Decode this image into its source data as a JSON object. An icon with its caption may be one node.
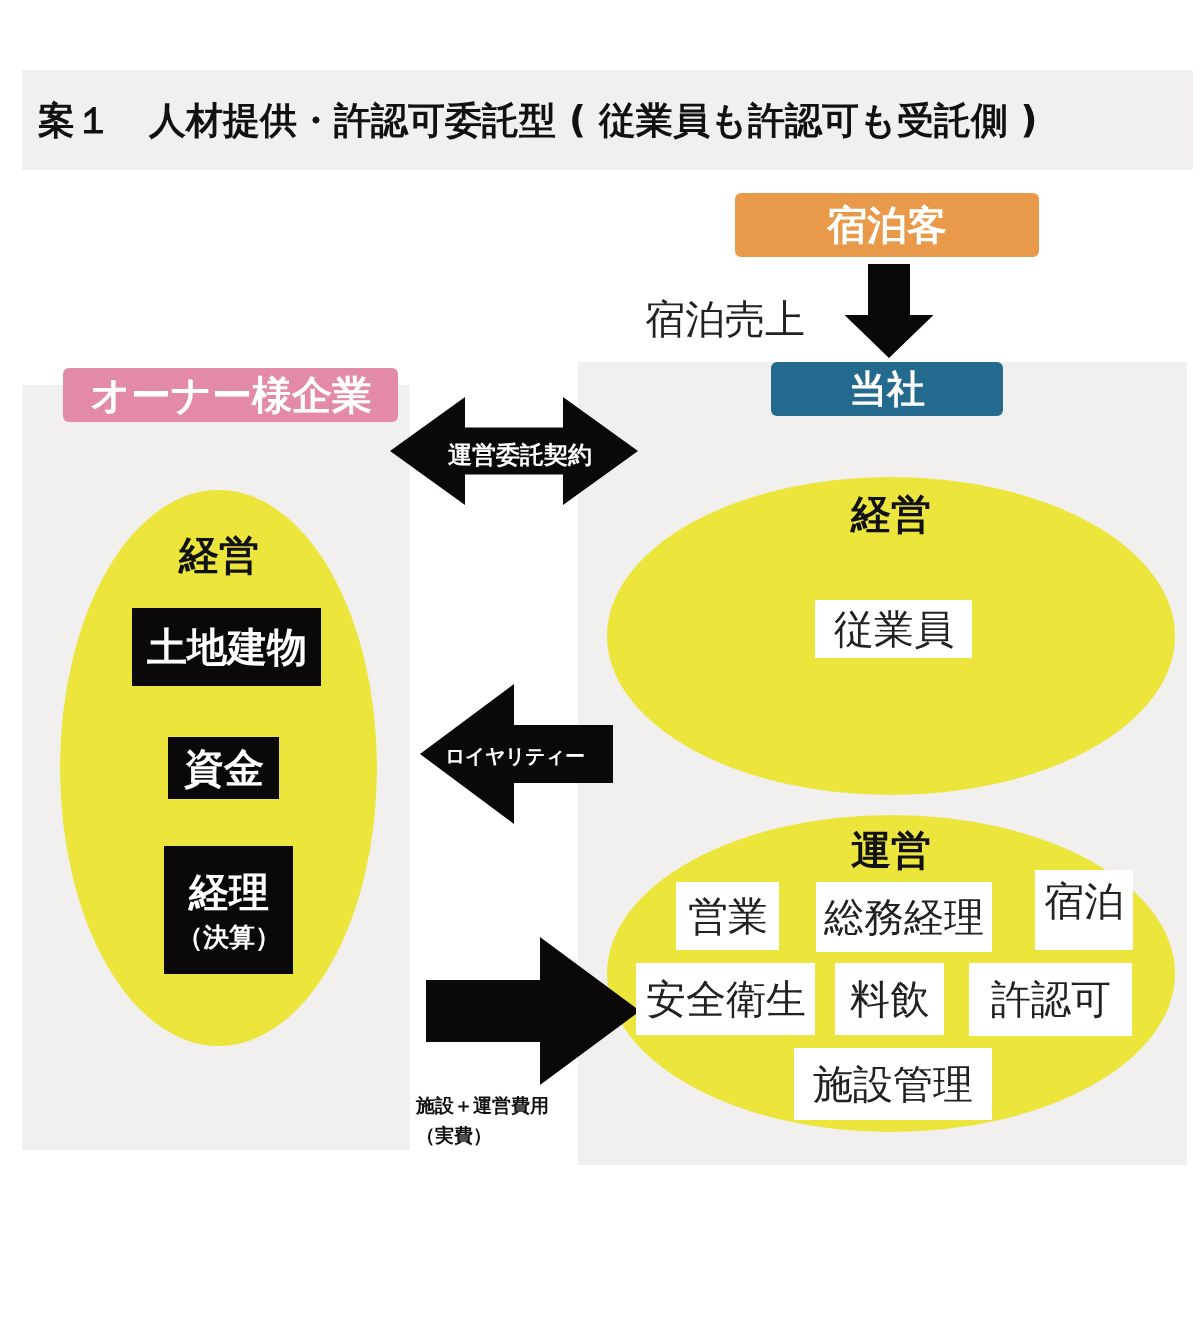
{
  "diagram": {
    "title": "案１　人材提供・許認可委託型 ( 従業員も許認可も受託側 )",
    "nodes": [
      {
        "text": [
          "宿泊客"
        ]
      },
      {
        "text": [
          "当社"
        ]
      },
      {
        "text": [
          "経営"
        ],
        "in": 1
      },
      {
        "text": [
          "従業員"
        ],
        "in": 2
      },
      {
        "text": [
          "運営"
        ],
        "in": 1
      },
      {
        "text": [
          "営業"
        ],
        "in": 4
      },
      {
        "text": [
          "総務経理"
        ],
        "in": 4
      },
      {
        "text": [
          "宿泊"
        ],
        "in": 4
      },
      {
        "text": [
          "安全衛生"
        ],
        "in": 4
      },
      {
        "text": [
          "料飲"
        ],
        "in": 4
      },
      {
        "text": [
          "許認可"
        ],
        "in": 4
      },
      {
        "text": [
          "施設管理"
        ],
        "in": 4
      },
      {
        "text": [
          "オーナー様企業"
        ]
      },
      {
        "text": [
          "経営"
        ],
        "in": 12
      },
      {
        "text": [
          "土地建物"
        ],
        "in": 13
      },
      {
        "text": [
          "資金"
        ],
        "in": 13
      },
      {
        "text": [
          "経理",
          "（決算）"
        ],
        "in": 13
      }
    ],
    "edges": [
      {
        "from": 0,
        "to": 1,
        "arrow": "to",
        "label": "宿泊売上"
      },
      {
        "from": 12,
        "to": 1,
        "arrow": "both",
        "label": "運営委託契約"
      },
      {
        "from": 2,
        "to": 12,
        "arrow": "to",
        "label": "ロイヤリティー"
      },
      {
        "from": 12,
        "to": 4,
        "arrow": "to",
        "label": "施設＋運営費用（実費）"
      }
    ]
  }
}
